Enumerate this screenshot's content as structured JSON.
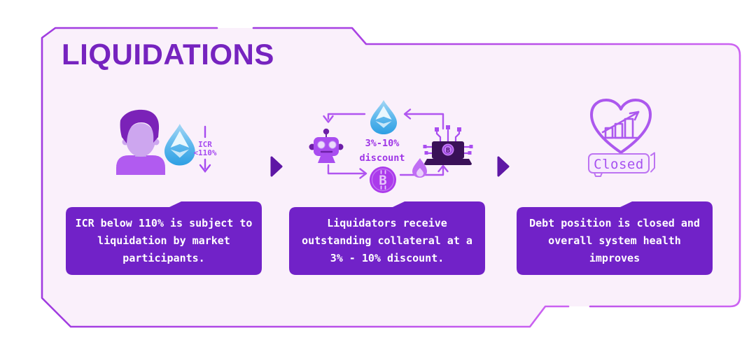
{
  "title": "LIQUIDATIONS",
  "palette": {
    "panel_bg": "#FAF0FB",
    "border_purple": "#B84FE8",
    "title_color": "#7623BF",
    "box_bg": "#7122C8",
    "box_text": "#FFFFFF",
    "accent_purple": "#A94DF0",
    "label_purple": "#9E35E6",
    "separator_dark": "#5E17A5",
    "liquity_blue": "#2E9FE3"
  },
  "flow": {
    "stage1": {
      "icons": [
        "borrower-icon",
        "liquity-droplet-icon",
        "icr-down-arrow-icon"
      ],
      "icr_label": "ICR",
      "icr_threshold": "<110%",
      "caption_lines": [
        "ICR below 110% is subject to",
        "liquidation by market",
        "participants."
      ]
    },
    "stage2": {
      "icons": [
        "robot-liquidator-icon",
        "liquity-droplet-icon",
        "bitcoin-coin-icon",
        "burn-fire-icon",
        "protocol-laptop-icon"
      ],
      "discount_range": "3%-10%",
      "discount_word": "discount",
      "caption_lines": [
        "Liquidators receive",
        "outstanding collateral at a",
        "3% - 10% discount."
      ]
    },
    "stage3": {
      "icons": [
        "system-health-heart-icon"
      ],
      "badge_label": "Closed",
      "caption_lines": [
        "Debt position is closed and",
        "overall system health",
        "improves"
      ]
    }
  }
}
